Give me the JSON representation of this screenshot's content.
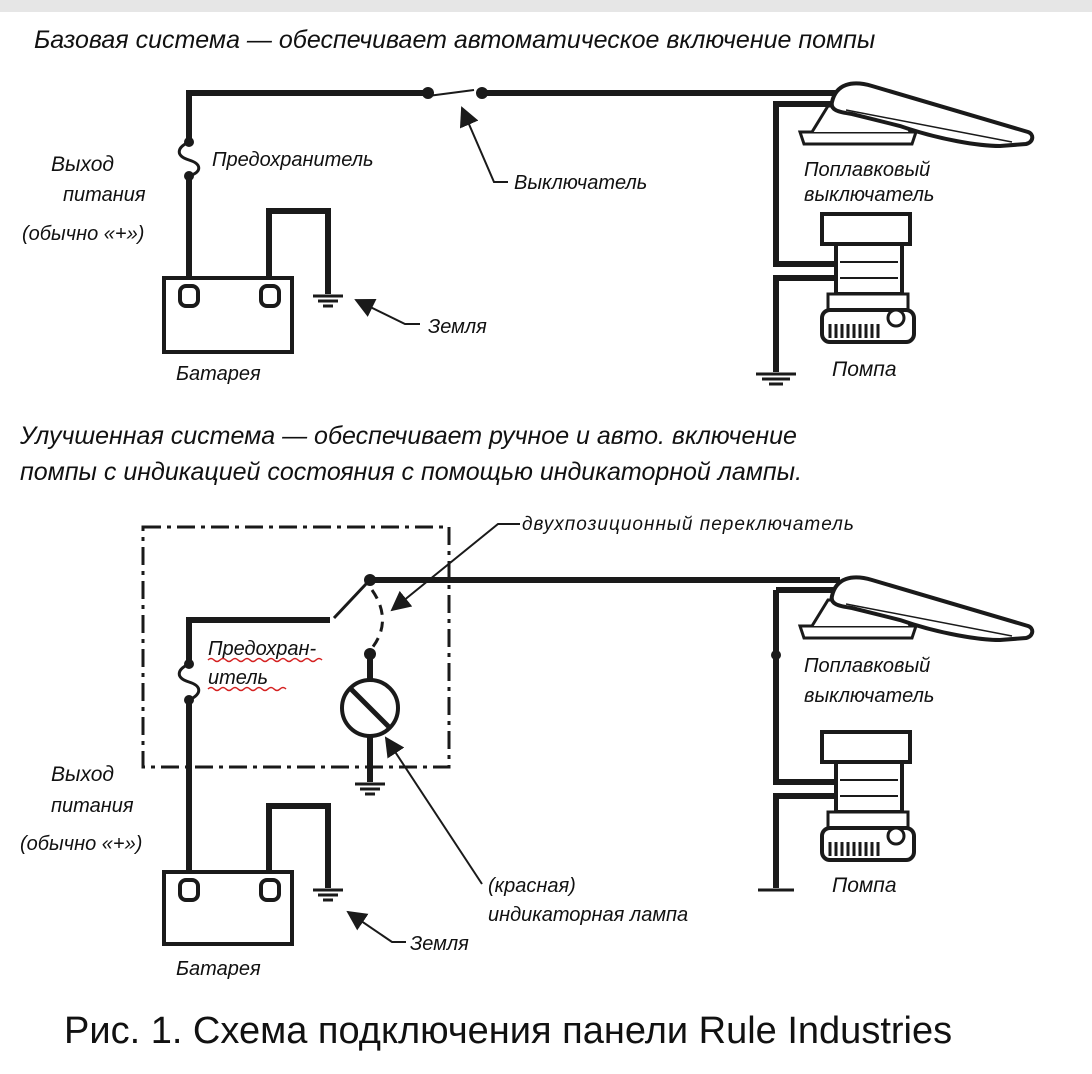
{
  "top_system": {
    "title": "Базовая система — обеспечивает автоматическое включение помпы",
    "fuse": "Предохранитель",
    "switch": "Выключатель",
    "power_out": [
      "Выход",
      "питания",
      "(обычно «+»)"
    ],
    "ground": "Земля",
    "battery": "Батарея",
    "float_switch": [
      "Поплавковый",
      "выключатель"
    ],
    "pump": "Помпа"
  },
  "bottom_system": {
    "title": [
      "Улучшенная система — обеспечивает ручное и авто. включение",
      "помпы с индикацией состояния с помощью индикаторной лампы."
    ],
    "toggle_switch": "двухпозиционный переключатель",
    "fuse": [
      "Предохран-",
      "итель"
    ],
    "power_out": [
      "Выход",
      "питания",
      "(обычно «+»)"
    ],
    "float_switch": [
      "Поплавковый",
      "выключатель"
    ],
    "pump": "Помпа",
    "lamp": [
      "(красная)",
      "индикаторная лампа"
    ],
    "ground": "Земля",
    "battery": "Батарея"
  },
  "caption": "Рис. 1. Схема подключения панели Rule Industries"
}
